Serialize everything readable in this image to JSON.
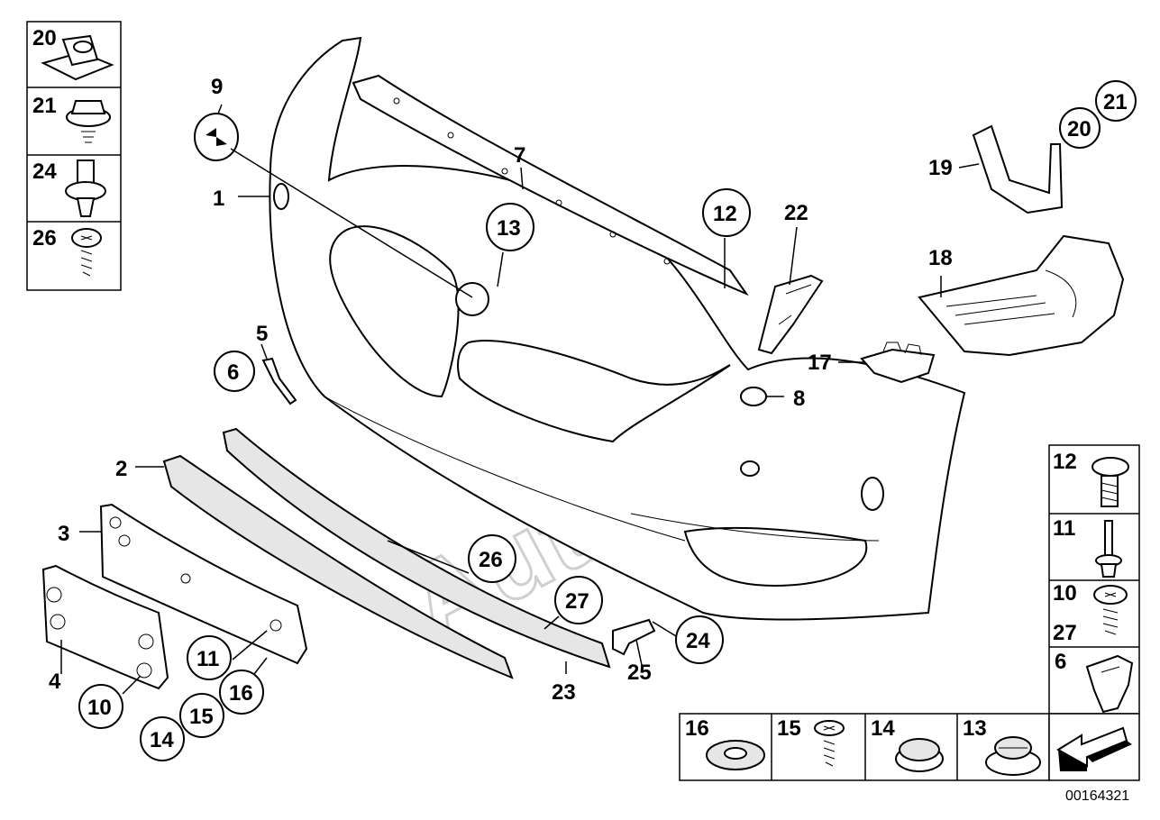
{
  "watermark": "AutoSoft",
  "doc_number": "00164321",
  "callouts": {
    "c1": "1",
    "c2": "2",
    "c3": "3",
    "c4": "4",
    "c5": "5",
    "c6": "6",
    "c7": "7",
    "c8": "8",
    "c9": "9",
    "c10": "10",
    "c11": "11",
    "c12": "12",
    "c13": "13",
    "c14": "14",
    "c15": "15",
    "c16": "16",
    "c17": "17",
    "c18": "18",
    "c19": "19",
    "c20": "20",
    "c21": "21",
    "c22": "22",
    "c23": "23",
    "c24": "24",
    "c25": "25",
    "c26": "26",
    "c27": "27"
  },
  "left_legend": [
    "20",
    "21",
    "24",
    "26"
  ],
  "right_legend": [
    "12",
    "11",
    "10",
    "27",
    "6"
  ],
  "bottom_legend": [
    "16",
    "15",
    "14",
    "13"
  ]
}
